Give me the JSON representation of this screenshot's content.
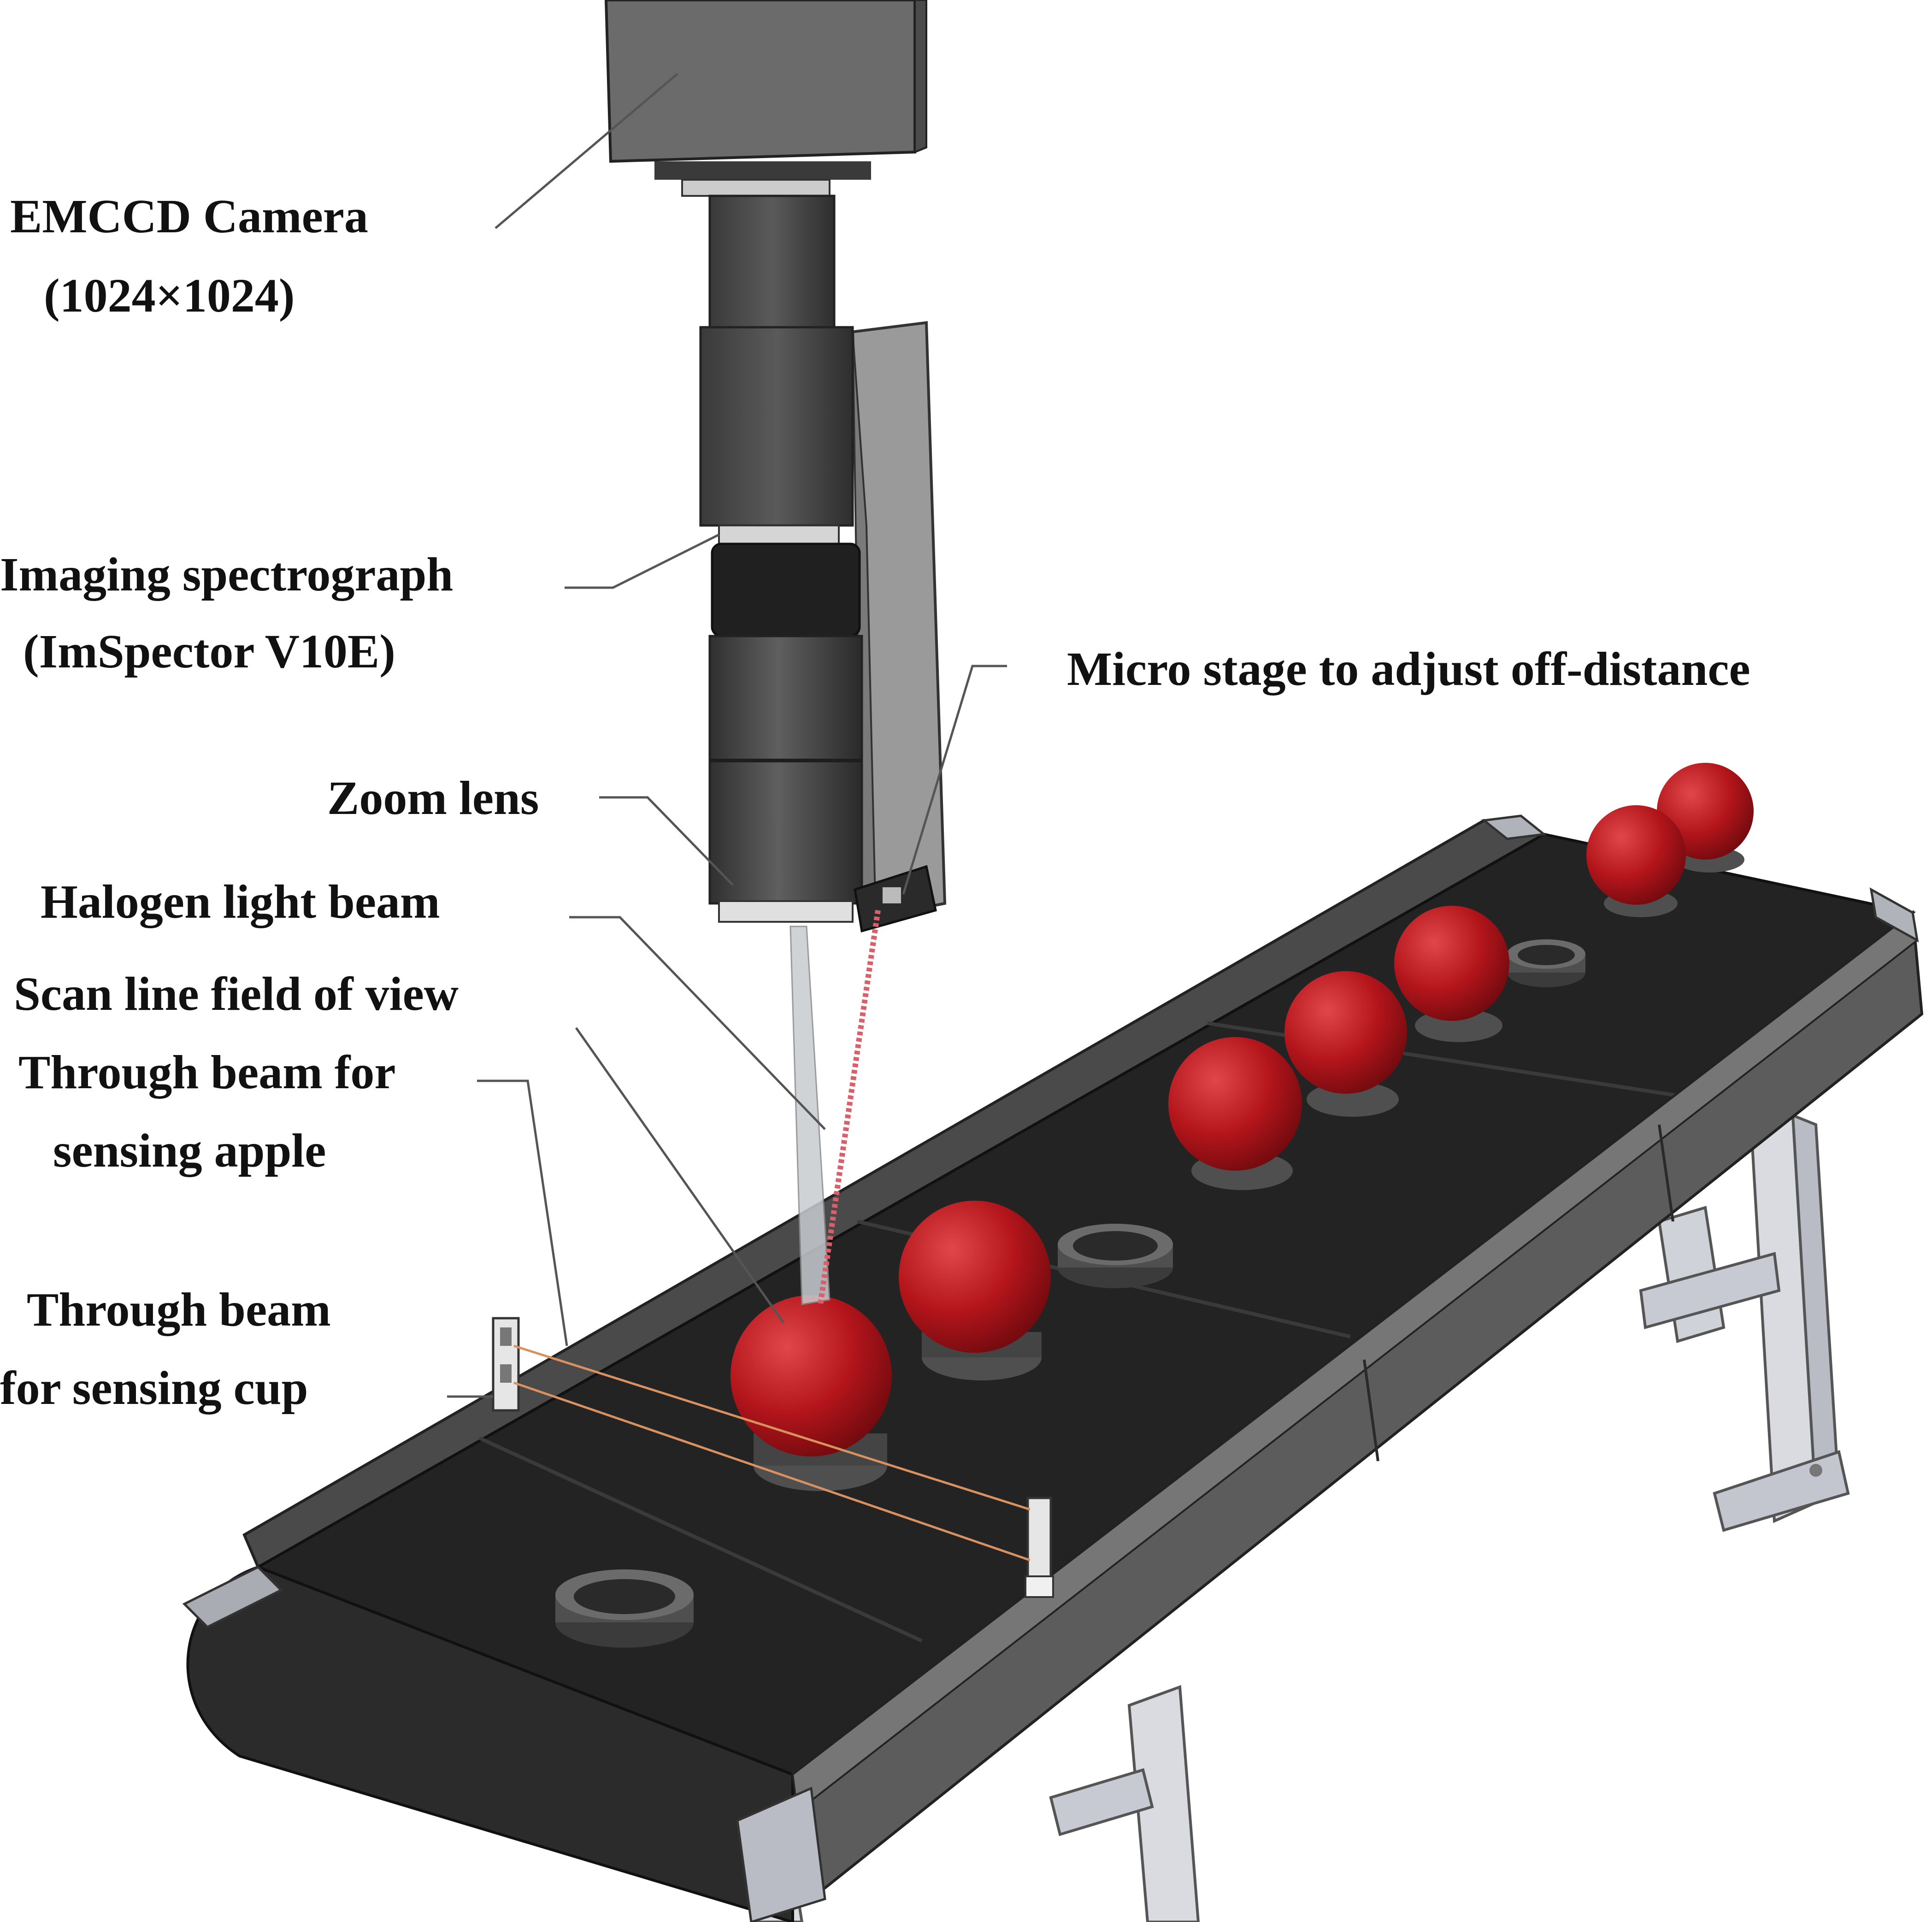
{
  "labels": {
    "camera": {
      "line1": "EMCCD Camera",
      "line2": "(1024×1024)"
    },
    "spectrograph": {
      "line1": "Imaging spectrograph",
      "line2": "(ImSpector V10E)"
    },
    "micro_stage": "Micro stage to adjust off-distance",
    "zoom_lens": "Zoom lens",
    "halogen": "Halogen light beam",
    "scan_line": "Scan line field of view",
    "through_apple": {
      "line1": "Through beam for",
      "line2": "sensing apple"
    },
    "through_cup": {
      "line1": "Through beam",
      "line2": "for sensing cup"
    }
  },
  "colors": {
    "belt": "#232323",
    "frame": "#5c5c5c",
    "frame_dark": "#3a3a3a",
    "leg": "#d9dbe1",
    "camera_body": "#6b6b6b",
    "apple": "#b3151b",
    "cup": "#4f4f4f",
    "laser": "#d9606a",
    "sensor_beam": "#d9915f",
    "leader": "#555555"
  }
}
